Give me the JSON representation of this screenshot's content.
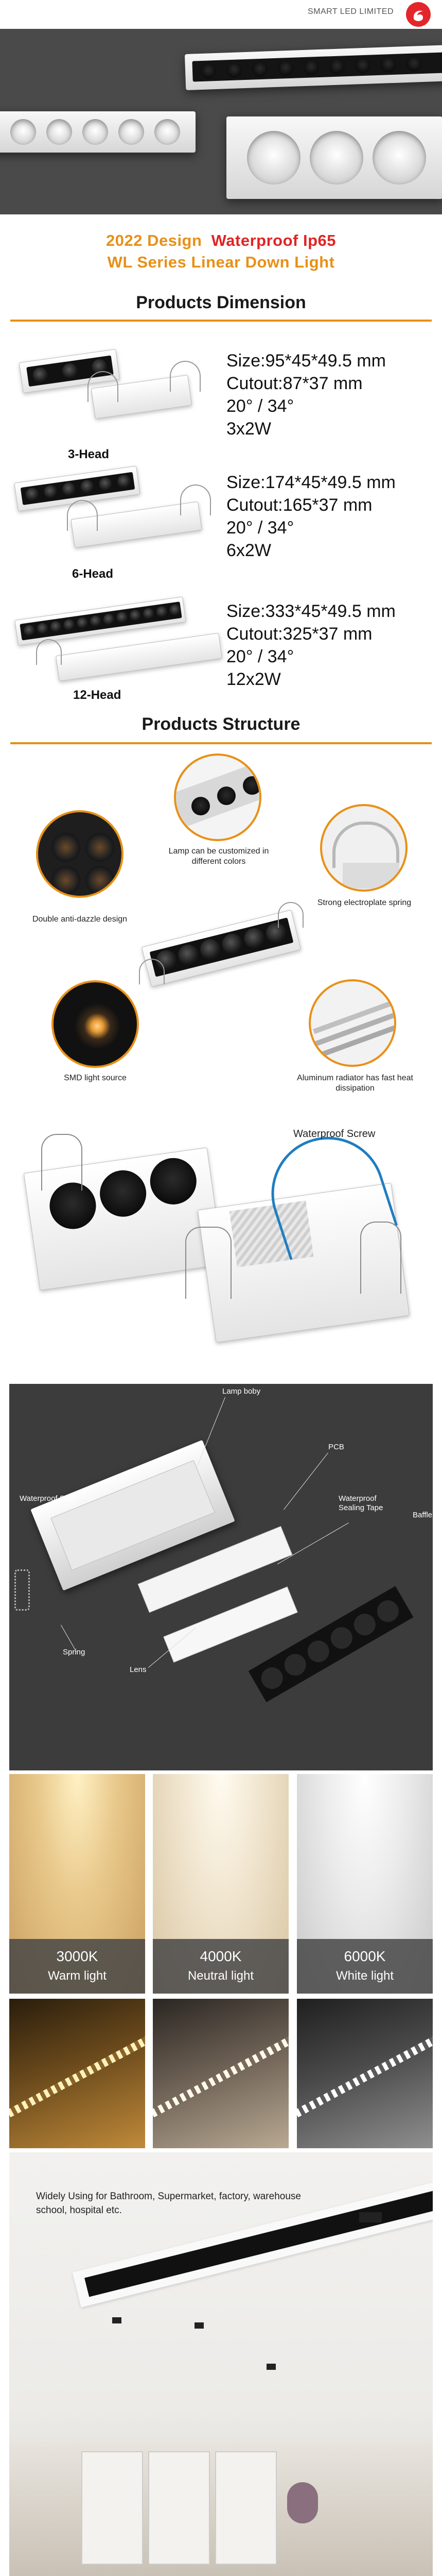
{
  "brand": {
    "name": "SMART LED LIMITED",
    "logo_icon": "brand-logo-icon",
    "logo_color": "#e3262b"
  },
  "title": {
    "line1_prefix": "2022 Design",
    "line1_accent": "Waterproof Ip65",
    "line2": "WL Series Linear Down Light"
  },
  "colors": {
    "orange": "#e89016",
    "red": "#e02424"
  },
  "dimension": {
    "heading": "Products Dimension",
    "items": [
      {
        "label": "3-Head",
        "size": "Size:95*45*49.5 mm",
        "cutout": "Cutout:87*37 mm",
        "angle": "20°  / 34°",
        "power": "3x2W"
      },
      {
        "label": "6-Head",
        "size": "Size:174*45*49.5 mm",
        "cutout": "Cutout:165*37 mm",
        "angle": "20°  / 34°",
        "power": "6x2W"
      },
      {
        "label": "12-Head",
        "size": "Size:333*45*49.5 mm",
        "cutout": "Cutout:325*37 mm",
        "angle": "20°  / 34°",
        "power": "12x2W"
      }
    ]
  },
  "structure": {
    "heading": "Products Structure",
    "features": {
      "lamp_color": "Lamp can be customized in different colors",
      "anti_dazzle": "Double anti-dazzle design",
      "spring": "Strong electroplate spring",
      "smd": "SMD light source",
      "radiator": "Aluminum radiator has fast heat dissipation",
      "waterproof_screw": "Waterproof Screw"
    }
  },
  "exploded": {
    "lamp_body": "Lamp boby",
    "pcb": "PCB",
    "waterproof_screw": "Waterproof Scer",
    "sealing_tape": "Waterproof Sealing Tape",
    "baffle": "Baffle",
    "spring": "Spring",
    "lens": "Lens"
  },
  "color_temps": [
    {
      "kelvin": "3000K",
      "name": "Warm light"
    },
    {
      "kelvin": "4000K",
      "name": "Neutral light"
    },
    {
      "kelvin": "6000K",
      "name": "White light"
    }
  ],
  "application": {
    "text": "Widely Using for Bathroom, Supermarket, factory, warehouse school, hospital etc."
  }
}
